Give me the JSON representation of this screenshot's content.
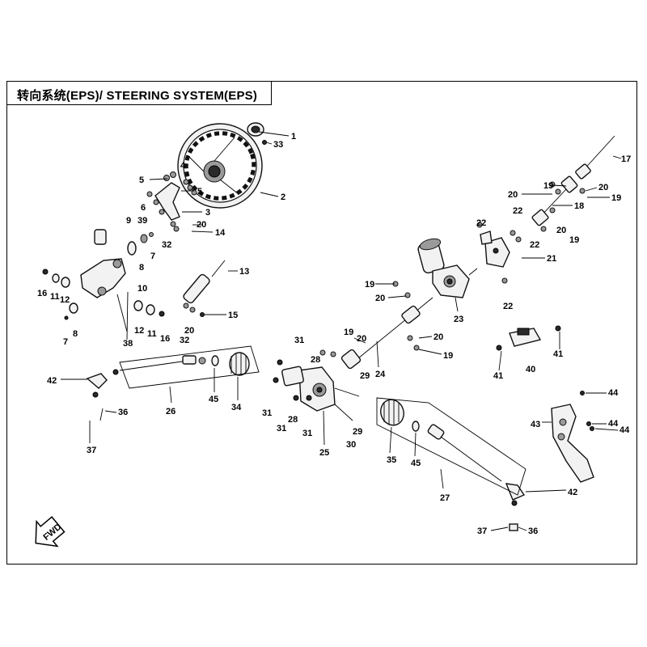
{
  "title": "转向系统(EPS)/ STEERING SYSTEM(EPS)",
  "fwd_label": "FWD",
  "callouts": {
    "c1": "1",
    "c2": "2",
    "c3": "3",
    "c4": "4",
    "c5a": "5",
    "c5b": "5",
    "c6": "6",
    "c7a": "7",
    "c7b": "7",
    "c8a": "8",
    "c8b": "8",
    "c9": "9",
    "c10": "10",
    "c11a": "11",
    "c11b": "11",
    "c12a": "12",
    "c12b": "12",
    "c13": "13",
    "c14": "14",
    "c15": "15",
    "c16a": "16",
    "c16b": "16",
    "c17": "17",
    "c18": "18",
    "c19a": "19",
    "c19b": "19",
    "c19c": "19",
    "c19d": "19",
    "c19e": "19",
    "c19f": "19",
    "c20a": "20",
    "c20b": "20",
    "c20c": "20",
    "c20d": "20",
    "c20e": "20",
    "c20f": "20",
    "c20g": "20",
    "c21": "21",
    "c22a": "22",
    "c22b": "22",
    "c22c": "22",
    "c22d": "22",
    "c23": "23",
    "c24": "24",
    "c25": "25",
    "c26": "26",
    "c27": "27",
    "c28a": "28",
    "c28b": "28",
    "c29a": "29",
    "c29b": "29",
    "c30": "30",
    "c31a": "31",
    "c31b": "31",
    "c31c": "31",
    "c31d": "31",
    "c32a": "32",
    "c32b": "32",
    "c33": "33",
    "c34": "34",
    "c35": "35",
    "c36a": "36",
    "c36b": "36",
    "c37a": "37",
    "c37b": "37",
    "c38": "38",
    "c39": "39",
    "c40": "40",
    "c41a": "41",
    "c41b": "41",
    "c42a": "42",
    "c42b": "42",
    "c43": "43",
    "c44a": "44",
    "c44b": "44",
    "c44c": "44",
    "c45a": "45",
    "c45b": "45"
  }
}
